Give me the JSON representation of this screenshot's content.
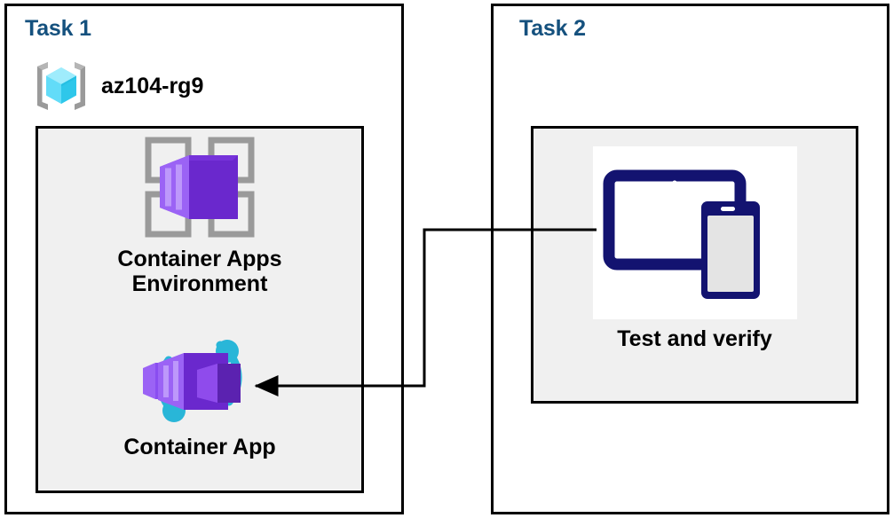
{
  "diagram": {
    "title_color": "#15517e",
    "panels": [
      {
        "id": "task1",
        "title": "Task 1",
        "resource_group": {
          "icon": "resource-group-icon",
          "label": "az104-rg9"
        },
        "resources": [
          {
            "icon": "container-apps-environment-icon",
            "label": "Container Apps\nEnvironment"
          },
          {
            "icon": "container-app-icon",
            "label": "Container App"
          }
        ]
      },
      {
        "id": "task2",
        "title": "Task 2",
        "resources": [
          {
            "icon": "test-and-verify-devices-icon",
            "label": "Test and verify"
          }
        ]
      }
    ],
    "connector": {
      "name": "test-to-container-app-arrow",
      "from": "test-and-verify-devices-icon",
      "to": "container-app-icon",
      "direction": "right-to-left",
      "color": "#000000"
    },
    "colors": {
      "panel_border": "#000000",
      "panel_background": "#ffffff",
      "inner_box_background": "#f0f0f0",
      "title_blue": "#15517e",
      "label_black": "#000000",
      "azure_cube_cyan": "#32c8f0",
      "container_purple": "#6b2fc9",
      "container_accent_cyan": "#29b6d8",
      "device_navy": "#131370",
      "bracket_gray": "#9a9a9a"
    }
  }
}
